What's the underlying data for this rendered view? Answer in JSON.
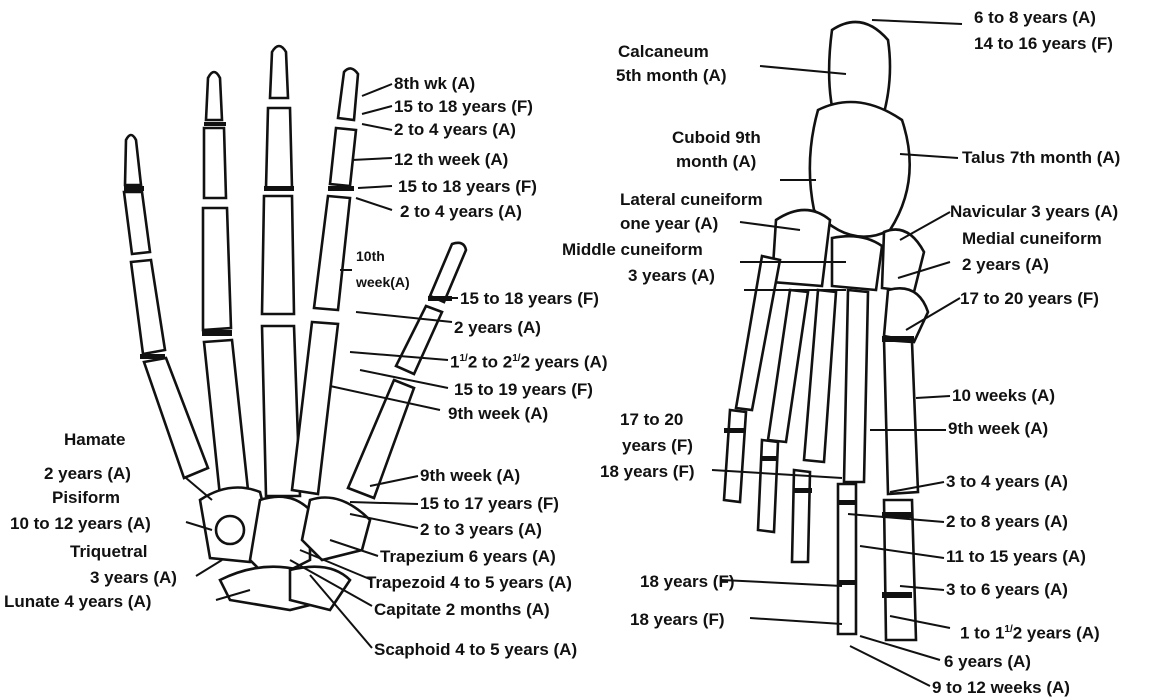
{
  "hand": {
    "labels": {
      "l1": "8th wk (A)",
      "l2": "15 to 18 years (F)",
      "l3": "2 to 4 years (A)",
      "l4": "12 th week (A)",
      "l5": "15 to 18 years (F)",
      "l6": "2 to 4 years (A)",
      "l7a": "10th",
      "l7b": "week(A)",
      "l8": "15 to 18 years (F)",
      "l9": "2 years (A)",
      "l10_pre": "1",
      "l10_sup1": "1/",
      "l10_mid1": "2 to 2",
      "l10_sup2": "1/",
      "l10_post": "2 years (A)",
      "l11": "15 to 19 years (F)",
      "l12": "9th week (A)",
      "l13": "9th week (A)",
      "l14": "15 to 17 years (F)",
      "l15": "2 to 3 years (A)",
      "l16": "Trapezium 6 years (A)",
      "l17": "Trapezoid 4 to 5 years (A)",
      "l18": "Capitate 2 months (A)",
      "l19": "Scaphoid 4 to 5 years (A)",
      "hamate": "Hamate",
      "hamate_age": "2 years (A)",
      "pisiform": "Pisiform",
      "pisiform_age": "10 to 12 years (A)",
      "triquetral": "Triquetral",
      "triquetral_age": "3 years (A)",
      "lunate": "Lunate 4 years (A)"
    }
  },
  "foot": {
    "labels": {
      "f1a": "6 to 8 years (A)",
      "f1b": "14 to 16 years (F)",
      "calc_a": "Calcaneum",
      "calc_b": "5th month (A)",
      "cub_a": "Cuboid 9th",
      "cub_b": "month (A)",
      "talus": "Talus 7th month (A)",
      "lat_a": "Lateral cuneiform",
      "lat_b": "one year (A)",
      "nav": "Navicular 3 years (A)",
      "med_a": "Medial cuneiform",
      "med_b": "2 years (A)",
      "mid_a": "Middle cuneiform",
      "mid_b": "3 years (A)",
      "f17": "17 to 20 years (F)",
      "f10w": "10 weeks (A)",
      "f9w": "9th week (A)",
      "l17a": "17 to 20",
      "l17b": "years (F)",
      "l18a": "18 years (F)",
      "f34": "3 to 4 years (A)",
      "f28": "2 to 8 years (A)",
      "f1115": "11 to 15 years (A)",
      "l18b": "18 years (F)",
      "f36": "3 to 6 years (A)",
      "l18c": "18 years (F)",
      "f1_pre": "1 to 1",
      "f1_sup": "1/",
      "f1_post": "2 years (A)",
      "f6": "6 years (A)",
      "f912": "9 to 12 weeks (A)"
    }
  }
}
